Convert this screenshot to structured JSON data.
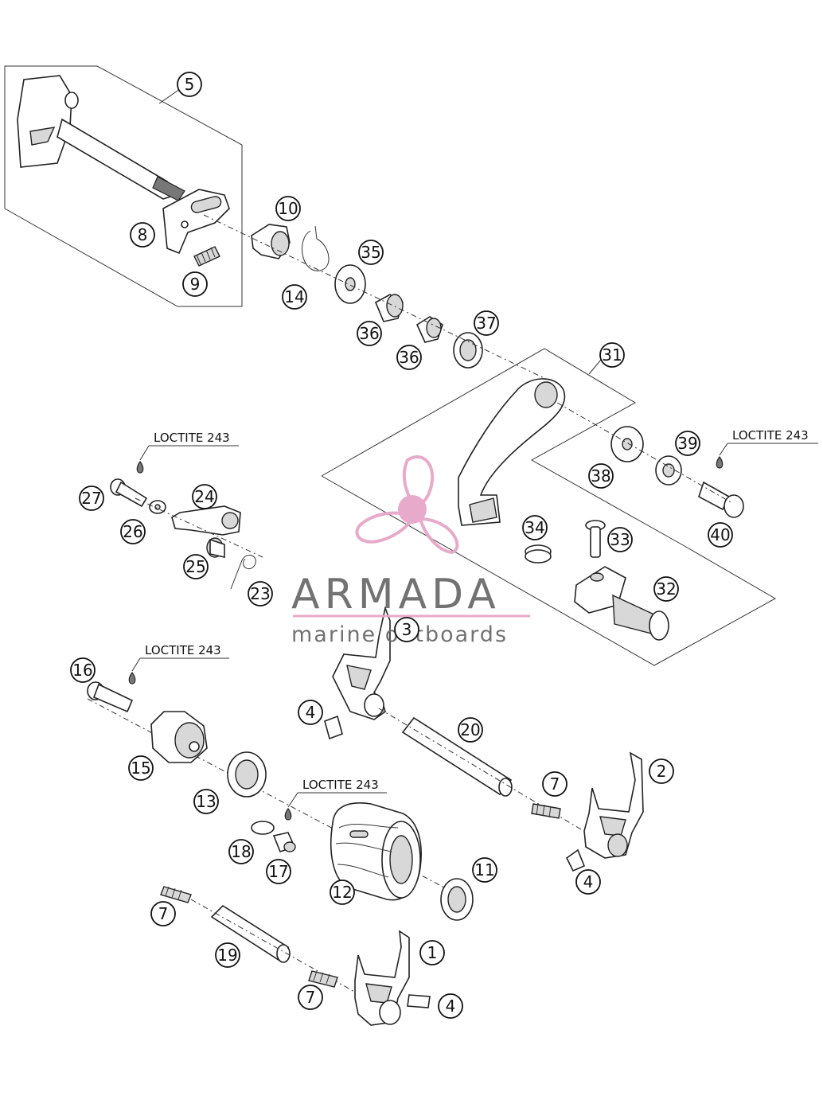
{
  "watermark": {
    "name": "ARMADA",
    "tagline": "marine outboards",
    "accent_color": "#e7a6c8"
  },
  "annotations": {
    "loctite": "LOCTITE 243"
  },
  "callouts": {
    "c1": "1",
    "c2": "2",
    "c3": "3",
    "c4a": "4",
    "c4b": "4",
    "c4c": "4",
    "c5": "5",
    "c7a": "7",
    "c7b": "7",
    "c7c": "7",
    "c8": "8",
    "c9": "9",
    "c10": "10",
    "c11": "11",
    "c12": "12",
    "c13": "13",
    "c14": "14",
    "c15": "15",
    "c16": "16",
    "c17": "17",
    "c18": "18",
    "c19": "19",
    "c20": "20",
    "c23": "23",
    "c24": "24",
    "c25": "25",
    "c26": "26",
    "c27": "27",
    "c31": "31",
    "c32": "32",
    "c33": "33",
    "c34": "34",
    "c35": "35",
    "c36a": "36",
    "c36b": "36",
    "c37": "37",
    "c38": "38",
    "c39": "39",
    "c40": "40"
  },
  "colors": {
    "line": "#222222",
    "watermark_text": "#6b6b6b"
  }
}
